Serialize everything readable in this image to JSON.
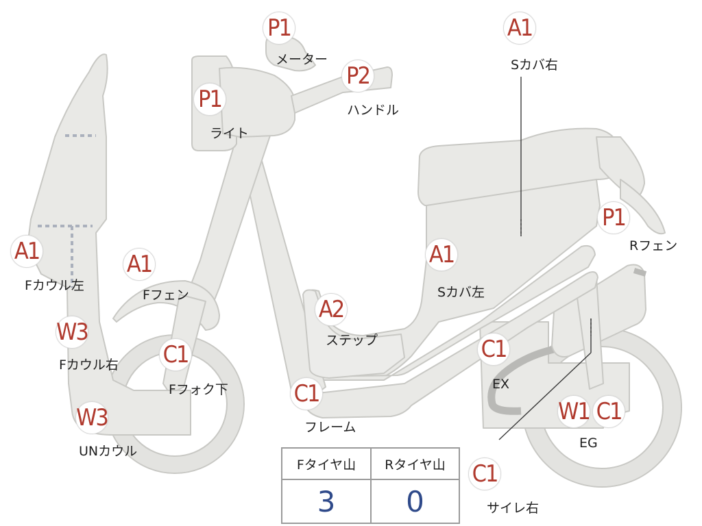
{
  "parts": [
    {
      "id": "meter",
      "grade": "P1",
      "label": "メーター"
    },
    {
      "id": "handle",
      "grade": "P2",
      "label": "ハンドル"
    },
    {
      "id": "light",
      "grade": "P1",
      "label": "ライト"
    },
    {
      "id": "s-cover-right",
      "grade": "A1",
      "label": "Sカバ右"
    },
    {
      "id": "r-fender",
      "grade": "P1",
      "label": "Rフェン"
    },
    {
      "id": "f-cowl-left",
      "grade": "A1",
      "label": "Fカウル左"
    },
    {
      "id": "f-fender",
      "grade": "A1",
      "label": "Fフェン"
    },
    {
      "id": "s-cover-left",
      "grade": "A1",
      "label": "Sカバ左"
    },
    {
      "id": "step",
      "grade": "A2",
      "label": "ステップ"
    },
    {
      "id": "f-cowl-right",
      "grade": "W3",
      "label": "Fカウル右"
    },
    {
      "id": "f-fork-lower",
      "grade": "C1",
      "label": "Fフォク下"
    },
    {
      "id": "exhaust",
      "grade": "C1",
      "label": "EX"
    },
    {
      "id": "frame",
      "grade": "C1",
      "label": "フレーム"
    },
    {
      "id": "engine-w",
      "grade": "W1",
      "label": ""
    },
    {
      "id": "engine-c",
      "grade": "C1",
      "label": "EG"
    },
    {
      "id": "under-cowl",
      "grade": "W3",
      "label": "UNカウル"
    },
    {
      "id": "muffler-right",
      "grade": "C1",
      "label": "サイレ右"
    }
  ],
  "tire_table": {
    "front_header": "Fタイヤ山",
    "rear_header": "Rタイヤ山",
    "front_value": "3",
    "rear_value": "0"
  },
  "colors": {
    "part_fill": "#e9e9e6",
    "part_stroke": "#c9c9c6",
    "grade_text": "#b03a2e",
    "table_value": "#2f4a8a"
  }
}
